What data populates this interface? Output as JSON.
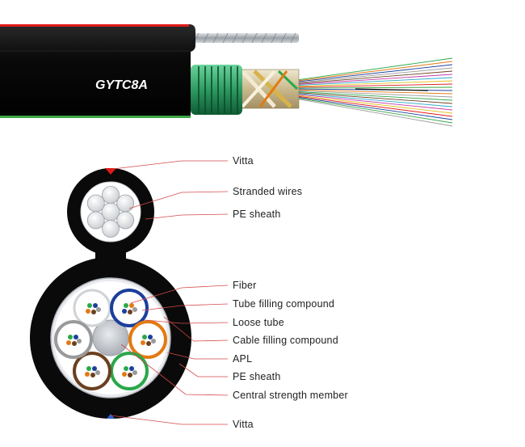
{
  "product": {
    "model_label": "GYTC8A"
  },
  "labels": {
    "vitta_top": "Vitta",
    "stranded_wires": "Stranded wires",
    "pe_sheath_messenger": "PE sheath",
    "fiber": "Fiber",
    "tube_filling_compound": "Tube filling compound",
    "loose_tube": "Loose tube",
    "cable_filling_compound": "Cable filling compound",
    "apl": "APL",
    "pe_sheath_cable": "PE sheath",
    "central_strength_member": "Central strength member",
    "vitta_bottom": "Vitta"
  },
  "colors": {
    "jacket": "#0b0b0b",
    "vitta_top": "#e01b1b",
    "vitta_bottom": "#2f5fd0",
    "stripe_green": "#3aa645",
    "leader_line": "#d54a4a",
    "armor_green": "#2e9a62",
    "steel": "#b9bec4",
    "tube_colors": [
      "#ffffff",
      "#1b3f9c",
      "#e37a12",
      "#2aa84a",
      "#6b4020",
      "#9a9a9a"
    ]
  }
}
